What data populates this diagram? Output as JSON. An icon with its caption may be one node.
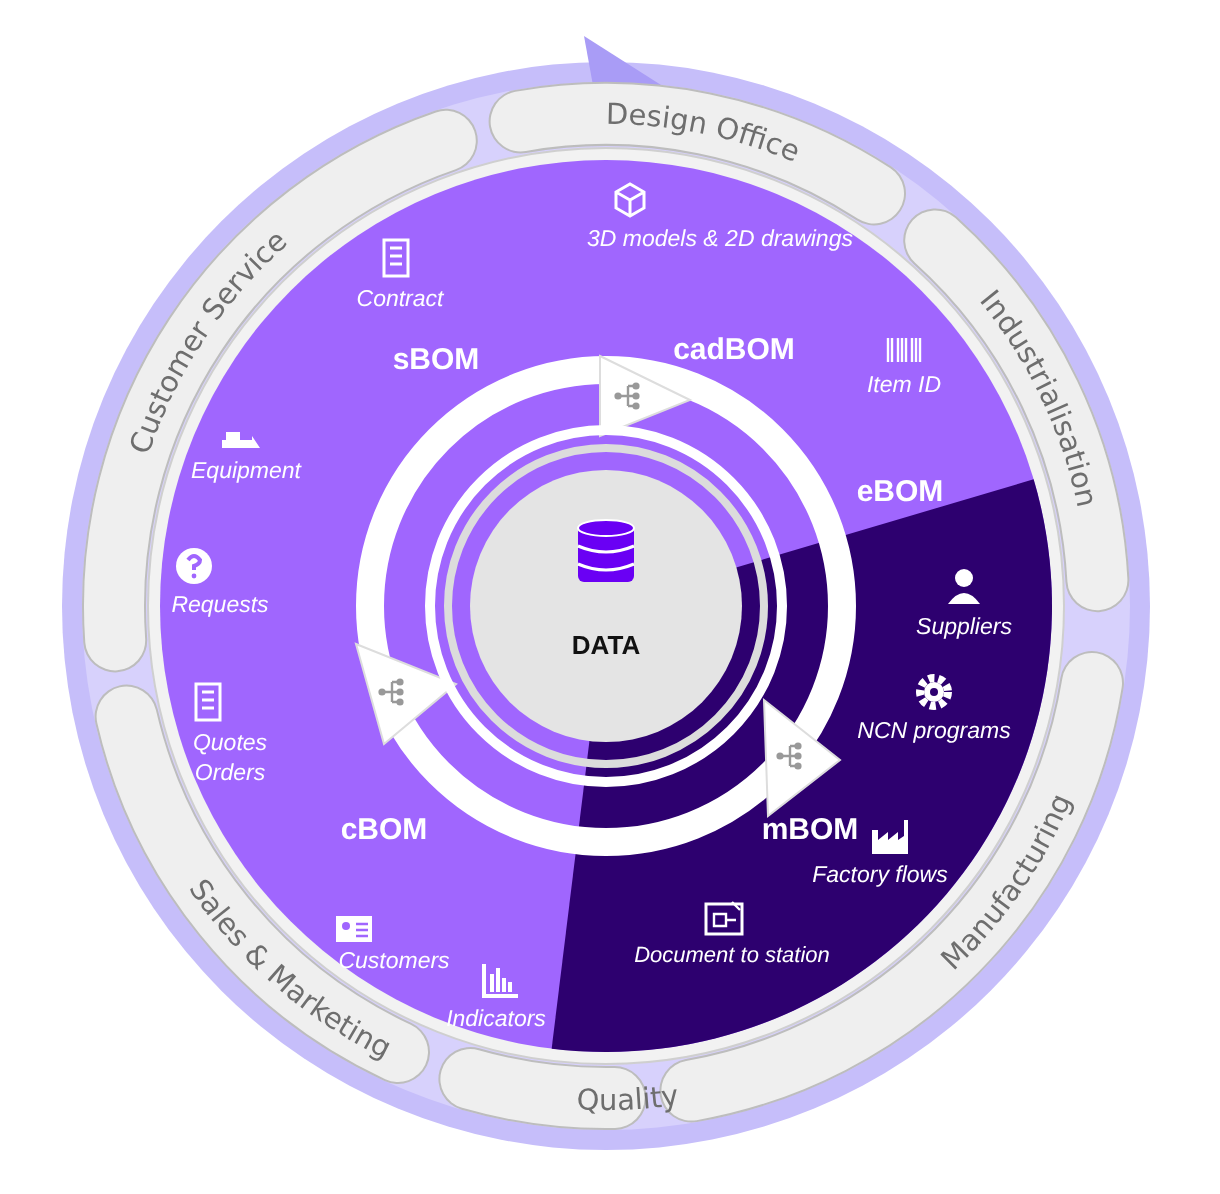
{
  "diagram": {
    "nodes": [
      {
        "text": [
          "Design Office"
        ]
      },
      {
        "text": [
          "Industrialisation"
        ]
      },
      {
        "text": [
          "Manufacturing"
        ]
      },
      {
        "text": [
          "Quality"
        ]
      },
      {
        "text": [
          "Sales & Marketing"
        ]
      },
      {
        "text": [
          "Customer Service"
        ]
      },
      {
        "text": [
          "DATA"
        ]
      }
    ],
    "labels": [
      "3D models & 2D drawings",
      "Contract",
      "sBOM",
      "cadBOM",
      "Item ID",
      "Equipment",
      "eBOM",
      "Requests",
      "Suppliers",
      "NCN programs",
      "Quotes Orders",
      "cBOM",
      "mBOM",
      "Factory flows",
      "Customers",
      "Document to station",
      "Indicators"
    ]
  }
}
